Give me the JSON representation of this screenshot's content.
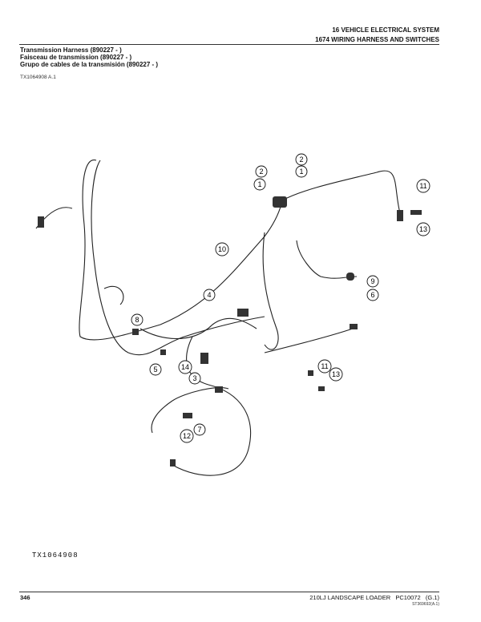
{
  "header": {
    "section": "16 VEHICLE ELECTRICAL SYSTEM",
    "subsection": "1674 WIRING HARNESS AND SWITCHES"
  },
  "titles": [
    "Transmission Harness (890227 - )",
    "Faisceau de transmission (890227 - )",
    "Grupo de cables de la transmisión (890227 - )"
  ],
  "reference": "TX1064908 A.1",
  "figure": {
    "id_label": "TX1064908",
    "callouts": [
      "2",
      "1",
      "2",
      "1",
      "11",
      "13",
      "10",
      "9",
      "6",
      "4",
      "8",
      "5",
      "14",
      "3",
      "11",
      "13",
      "12",
      "7"
    ]
  },
  "footer": {
    "page_number": "346",
    "model": "210LJ LANDSCAPE LOADER   PC10072   (G.1)",
    "stamp": "ST369692(A.1)"
  }
}
